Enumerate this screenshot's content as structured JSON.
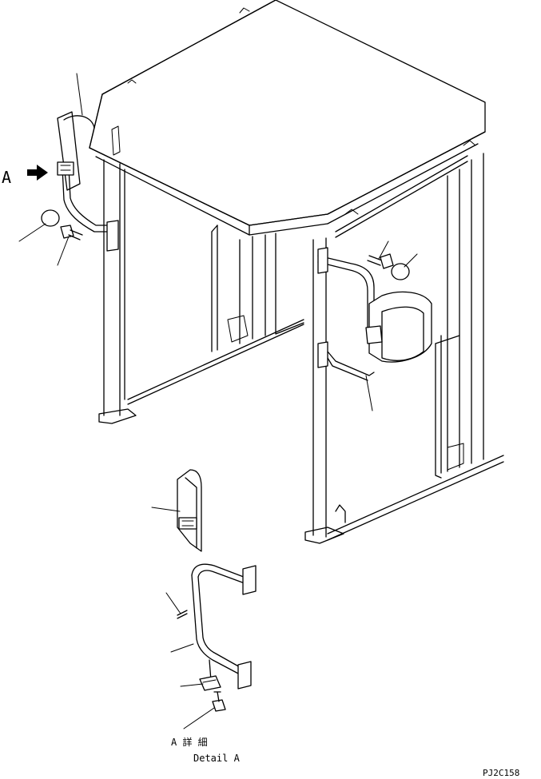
{
  "view_label": "A",
  "detail_caption_jp": "A 詳 細",
  "detail_caption_en": "Detail A",
  "drawing_code": "PJ2C158"
}
